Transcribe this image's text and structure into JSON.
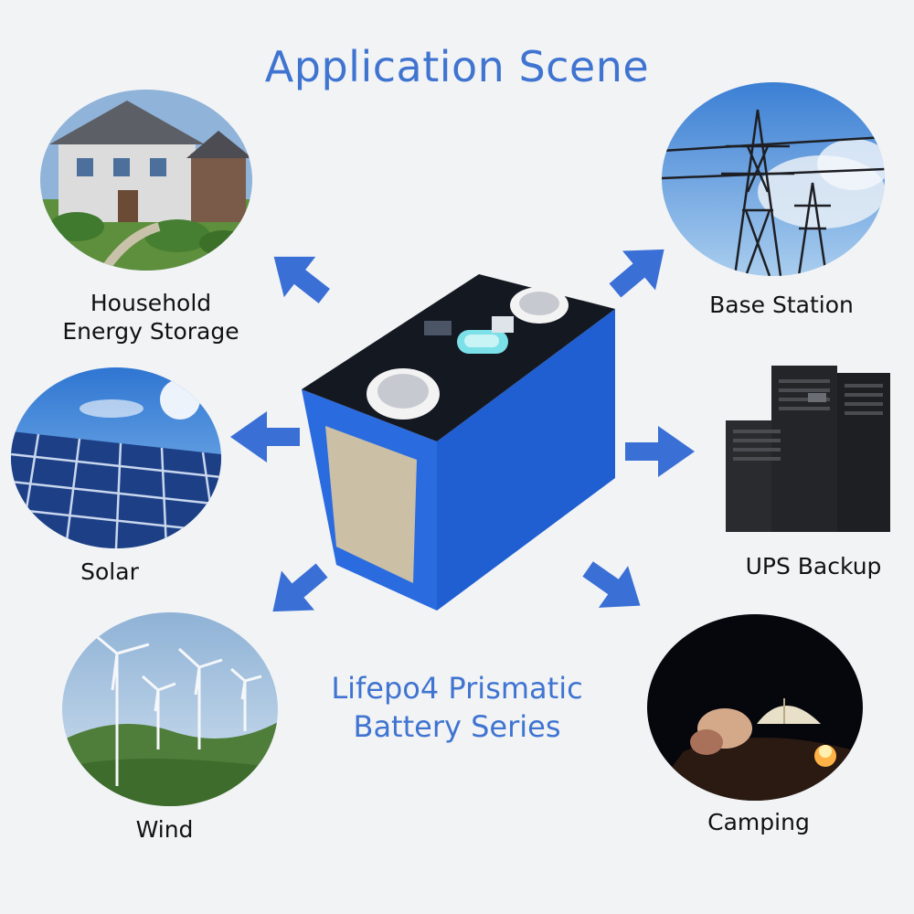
{
  "title": "Application Scene",
  "product": {
    "line1": "Lifepo4 Prismatic",
    "line2": "Battery Series"
  },
  "scenes": {
    "household": "Household\nEnergy Storage",
    "base_station": "Base Station",
    "solar": "Solar",
    "ups": "UPS Backup",
    "wind": "Wind",
    "camping": "Camping"
  },
  "colors": {
    "accent": "#3f74d1",
    "arrow": "#3a6fd6",
    "battery_blue": "#1f5fd1",
    "background": "#f2f3f5"
  }
}
